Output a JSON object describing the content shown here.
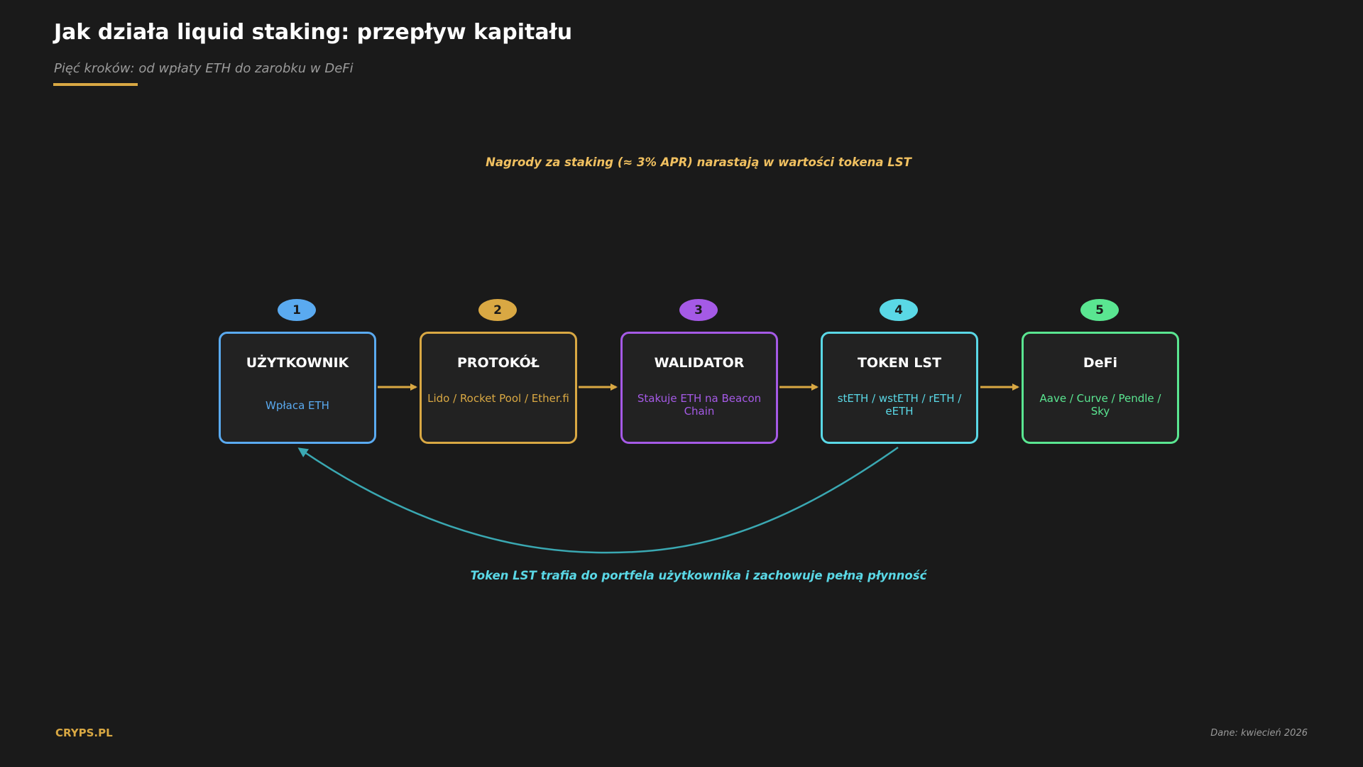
{
  "header": {
    "title": "Jak działa liquid staking: przepływ kapitału",
    "subtitle": "Pięć kroków: od wpłaty ETH do zarobku w DeFi"
  },
  "notes": {
    "top": "Nagrody za staking (≈ 3% APR) narastają w wartości tokena LST",
    "bottom": "Token LST trafia do portfela użytkownika i zachowuje pełną płynność"
  },
  "footer": {
    "brand": "CRYPS.PL",
    "date": "Dane: kwiecień 2026"
  },
  "steps": [
    {
      "number": "1",
      "title": "UŻYTKOWNIK",
      "desc": "Wpłaca ETH",
      "color": "#5aaaf0"
    },
    {
      "number": "2",
      "title": "PROTOKÓŁ",
      "desc": "Lido / Rocket Pool / Ether.fi",
      "color": "#d9a843"
    },
    {
      "number": "3",
      "title": "WALIDATOR",
      "desc": "Stakuje ETH na Beacon Chain",
      "color": "#a55ae6"
    },
    {
      "number": "4",
      "title": "TOKEN LST",
      "desc": "stETH / wstETH / rETH / eETH",
      "color": "#5ad8e6"
    },
    {
      "number": "5",
      "title": "DeFi",
      "desc": "Aave / Curve / Pendle / Sky",
      "color": "#5ae691"
    }
  ],
  "colors": {
    "background": "#1a1a1a",
    "accent": "#d9a843",
    "arrow": "#d9a843",
    "return_arrow": "#3aa8b2"
  }
}
